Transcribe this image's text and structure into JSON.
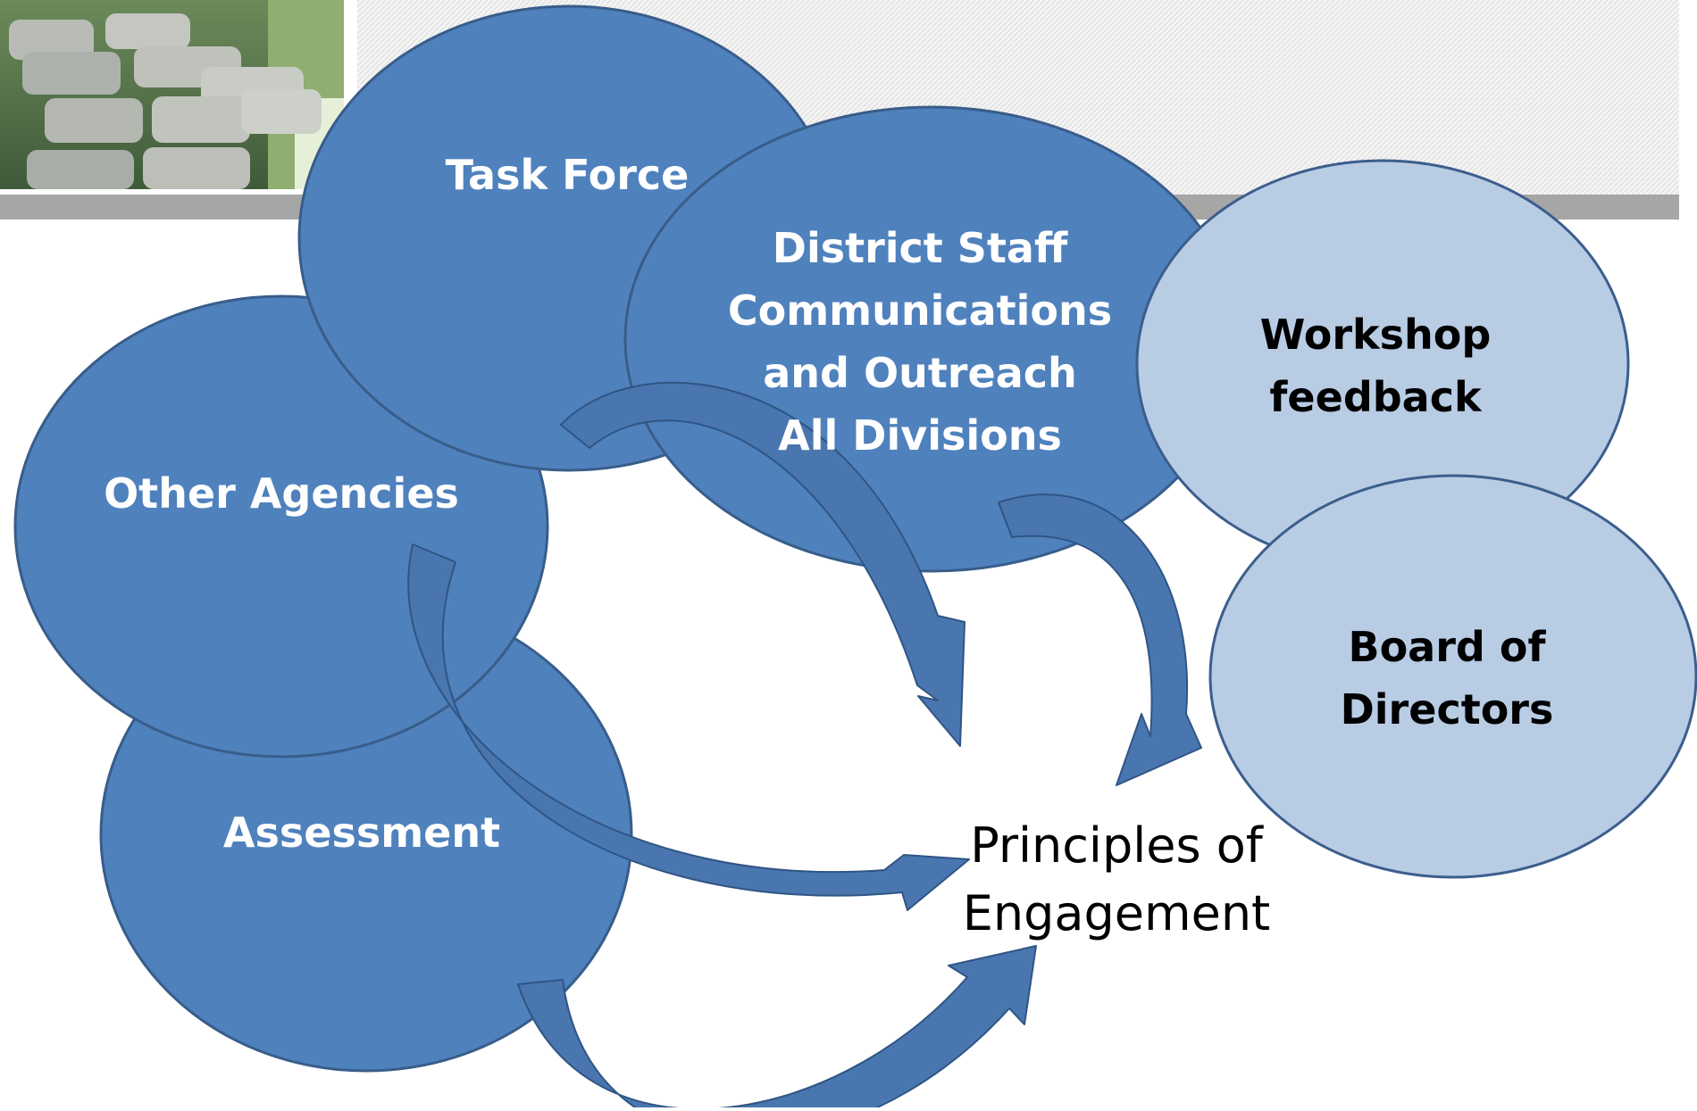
{
  "colors": {
    "dark_node": "#4f81bd",
    "dark_border": "#385d8a",
    "light_node": "#b8cce4",
    "light_border": "#3b5e8c",
    "arrow_fill": "#4a76b0",
    "arrow_edge": "#2f5583",
    "header_bar": "#a6a6a6",
    "header_hatch": "#e8e8e8"
  },
  "nodes": {
    "task_force": {
      "lines": [
        "Task Force"
      ]
    },
    "district_staff": {
      "lines": [
        "District Staff",
        "Communications",
        "and Outreach",
        "All Divisions"
      ]
    },
    "workshop": {
      "lines": [
        "Workshop",
        "feedback"
      ]
    },
    "board": {
      "lines": [
        "Board of",
        "Directors"
      ]
    },
    "other_agencies": {
      "lines": [
        "Other Agencies"
      ]
    },
    "assessment": {
      "lines": [
        "Assessment"
      ]
    }
  },
  "center": {
    "lines": [
      "Principles of",
      "Engagement"
    ]
  },
  "header_image": {
    "icon": "stepping-stones-photo"
  }
}
